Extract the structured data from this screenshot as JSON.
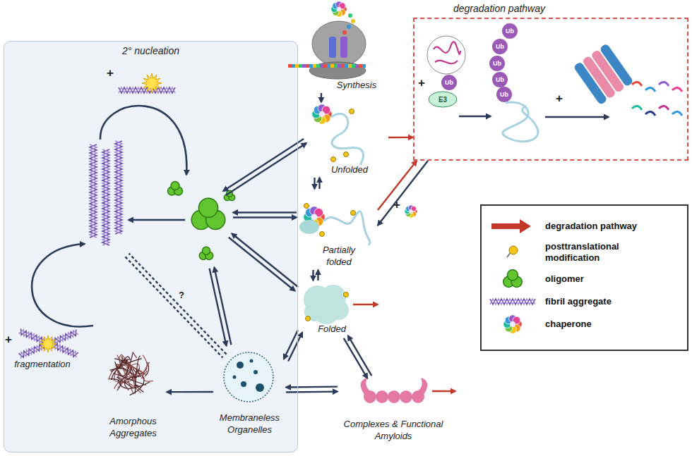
{
  "diagram": {
    "nodes": [
      {
        "text": [
          "2° nucleation"
        ]
      },
      {
        "text": [
          "Membraneless Organelles"
        ],
        "in": 0
      },
      {
        "text": [
          "Amorphous Aggregates"
        ],
        "in": 0
      },
      {
        "text": [
          "Synthesis"
        ]
      },
      {
        "text": [
          "degradation pathway"
        ]
      },
      {
        "text": [
          "Unfolded"
        ]
      },
      {
        "text": [
          "Partially folded"
        ]
      },
      {
        "text": [
          "Folded"
        ]
      },
      {
        "text": [
          "Complexes & Functional Amyloids"
        ]
      }
    ],
    "edges": [
      {
        "from": 3,
        "to": 5,
        "arrow": "to"
      },
      {
        "from": 5,
        "to": 6,
        "arrow": "both"
      },
      {
        "from": 6,
        "to": 7,
        "arrow": "both"
      },
      {
        "from": 7,
        "to": 8,
        "arrow": "both"
      },
      {
        "from": 7,
        "to": 1,
        "arrow": "both"
      },
      {
        "from": 8,
        "to": 1,
        "arrow": "both"
      },
      {
        "from": 1,
        "to": 2,
        "arrow": "to"
      },
      {
        "from": 5,
        "to": 4,
        "arrow": "to"
      },
      {
        "from": 6,
        "to": 4,
        "arrow": "to"
      },
      {
        "from": 4,
        "to": 6,
        "arrow": "to"
      }
    ],
    "labels": [
      "+",
      "fragmentation",
      "+",
      "?",
      "+",
      "+",
      "E3",
      "Ub",
      "Ub",
      "Ub",
      "Ub",
      "Ub",
      "Ub",
      "+"
    ],
    "legend": [
      {
        "text": "degradation pathway"
      },
      {
        "text": "posttranslational modification"
      },
      {
        "text": "oligomer"
      },
      {
        "text": "fibril aggregate"
      },
      {
        "text": "chaperone"
      }
    ]
  }
}
